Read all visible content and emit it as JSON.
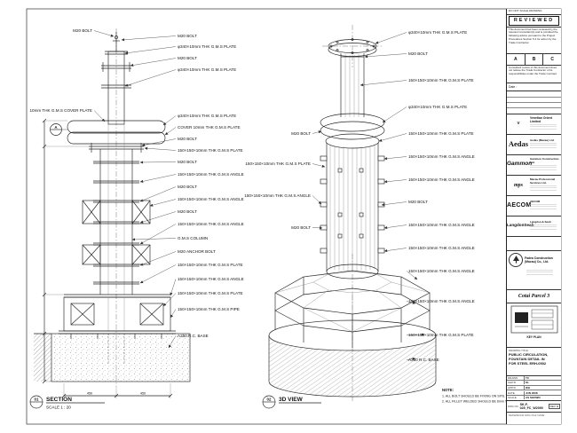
{
  "sheet": {
    "paper_color": "#ffffff",
    "line_color": "#222222"
  },
  "section_view": {
    "tag": "01",
    "title": "SECTION",
    "scale": "SCALE 1 : 20",
    "marker": "A",
    "dim_left": "450",
    "dim_right": "450",
    "labels_right": [
      "M20 BOLT",
      "φ340×10mm THK G.M.S PLATE",
      "M20 BOLT",
      "φ340×10mm THK G.M.S PLATE",
      "φ340×10mm THK G.M.S PLATE",
      "COVER 10mm THK G.M.S PLATE",
      "M20 BOLT",
      "150×150×10mm THK G.M.S PLATE",
      "M20 BOLT",
      "150×150×10mm THK G.M.S ANGLE",
      "M20 BOLT",
      "150×150×10mm THK G.M.S ANGLE",
      "M20 BOLT",
      "150×150×10mm THK G.M.S ANGLE",
      "G.M.S COLUMN",
      "M20 ANCHOR BOLT",
      "150×150×10mm THK G.M.S PLATE",
      "150×150×10mm THK G.M.S ANGLE",
      "150×150×10mm THK G.M.S PLATE",
      "150×150×10mm THK G.M.S PIPE",
      "A250 R.C. BASE"
    ],
    "labels_left": [
      "M20 BOLT",
      "10mm THK G.M.S COVER PLATE"
    ]
  },
  "iso_view": {
    "tag": "02",
    "title": "3D VIEW",
    "labels_right": [
      "φ340×10mm THK G.M.S PLATE",
      "M20 BOLT",
      "150×150×10mm THK G.M.S PLATE",
      "φ340×10mm THK G.M.S PLATE",
      "150×150×10mm THK G.M.S PLATE",
      "150×150×10mm THK G.M.S ANGLE",
      "150×150×10mm THK G.M.S ANGLE",
      "M20 BOLT",
      "150×150×10mm THK G.M.S ANGLE",
      "150×150×10mm THK G.M.S ANGLE",
      "150×150×10mm THK G.M.S ANGLE",
      "150×150×10mm THK G.M.S ANGLE",
      "150×150×10mm THK G.M.S PLATE",
      "A250 R.C. BASE"
    ],
    "labels_left": [
      "M20 BOLT",
      "150×150×10mm THK G.M.S PLATE",
      "150×150×10mm THK G.M.S ANGLE",
      "M20 BOLT"
    ]
  },
  "notes": {
    "heading": "NOTE:",
    "items": [
      "1. ALL BOLT SHOULD BE FIXING ON SITE.",
      "2. ALL FILLET WELDED SHOULD BE 6mm THK."
    ]
  },
  "title_block": {
    "top_note": "DO NOT SCALE DRAWING",
    "stamp": "REVIEWED",
    "review_text": "This document has been reviewed by the relevant Consultant(s) and is provided the following advice pursuant to the Project Procedures Section 5.4 for action by the Trade Contractor.",
    "grades": [
      "A",
      "B",
      "C"
    ],
    "consult_text": "Consultant review of this document does not relieve the Trade Contractor of its responsibilities under the Trade Contract.",
    "date_label": "Date :",
    "companies": [
      {
        "logo": "V",
        "name": "Venetian Orient Limited"
      },
      {
        "logo": "Aedas",
        "name": "Aedas (Macau) Ltd."
      },
      {
        "logo": "Gammon",
        "name": "Gammon Construction Ltd."
      },
      {
        "logo": "mps",
        "name": "Macau Professional Services Ltd."
      },
      {
        "logo": "AECOM",
        "name": "AECOM"
      },
      {
        "logo": "LangdonSeah",
        "name": "Langdon & Seah"
      }
    ],
    "contractor": {
      "name": "Fadea Construction (Macau) Co., Ltd."
    },
    "project": "Cotai Parcel 3",
    "key_plan_label": "KEY PLAN",
    "drawing_title_label": "DRAWING TITLE:",
    "drawing_title": [
      "PUBLIC CIRCULATION,",
      "FOUNTAIN DETAIL IN",
      "FOR STEEL ERH-0502"
    ],
    "fields": [
      {
        "label": "DRAWN",
        "value": "TC"
      },
      {
        "label": "CHK'D",
        "value": "KL"
      },
      {
        "label": "APP'D",
        "value": "WH"
      },
      {
        "label": "DATE",
        "value": "JUN 2008"
      },
      {
        "label": "SCALE",
        "value": "AS SHOWN"
      }
    ],
    "dwg_no_label": "DWG NO.",
    "dwg_no": "SK-F-025_FC_W2090",
    "rev_label": "REV",
    "rev": "A",
    "ref_note": "REFERENCE DWG FILE NAME"
  }
}
